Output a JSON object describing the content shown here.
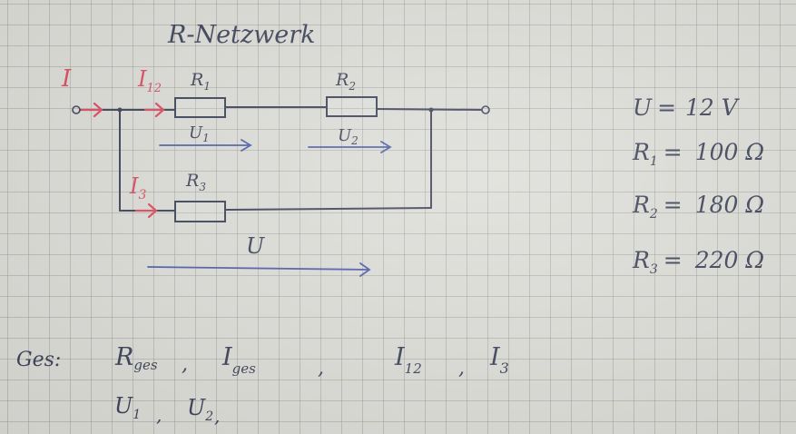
{
  "title": "R-Netzwerk",
  "labels": {
    "current_total": "I",
    "current_12": "I",
    "current_12_sub": "12",
    "current_3": "I",
    "current_3_sub": "3",
    "r1": "R",
    "r1_sub": "1",
    "r2": "R",
    "r2_sub": "2",
    "r3": "R",
    "r3_sub": "3",
    "u1": "U",
    "u1_sub": "1",
    "u2": "U",
    "u2_sub": "2",
    "u_total": "U"
  },
  "given": [
    {
      "sym": "U",
      "sub": "",
      "eq": "=",
      "value": "12 V"
    },
    {
      "sym": "R",
      "sub": "1",
      "eq": "=",
      "value": "100 Ω"
    },
    {
      "sym": "R",
      "sub": "2",
      "eq": "=",
      "value": "180 Ω"
    },
    {
      "sym": "R",
      "sub": "3",
      "eq": "=",
      "value": "220 Ω"
    }
  ],
  "wanted": {
    "prefix": "Ges:",
    "line1": [
      {
        "sym": "R",
        "sub": "ges"
      },
      {
        "sym": "I",
        "sub": "ges"
      },
      {
        "sym": "I",
        "sub": "12"
      },
      {
        "sym": "I",
        "sub": "3"
      }
    ],
    "line2": [
      {
        "sym": "U",
        "sub": "1"
      },
      {
        "sym": "U",
        "sub": "2"
      }
    ],
    "separator": ","
  },
  "colors": {
    "ink": "#3a3f55",
    "voltage_arrows": "#4b5aa8",
    "current_arrows": "#d84a5e",
    "paper": "#dcdcd7"
  }
}
